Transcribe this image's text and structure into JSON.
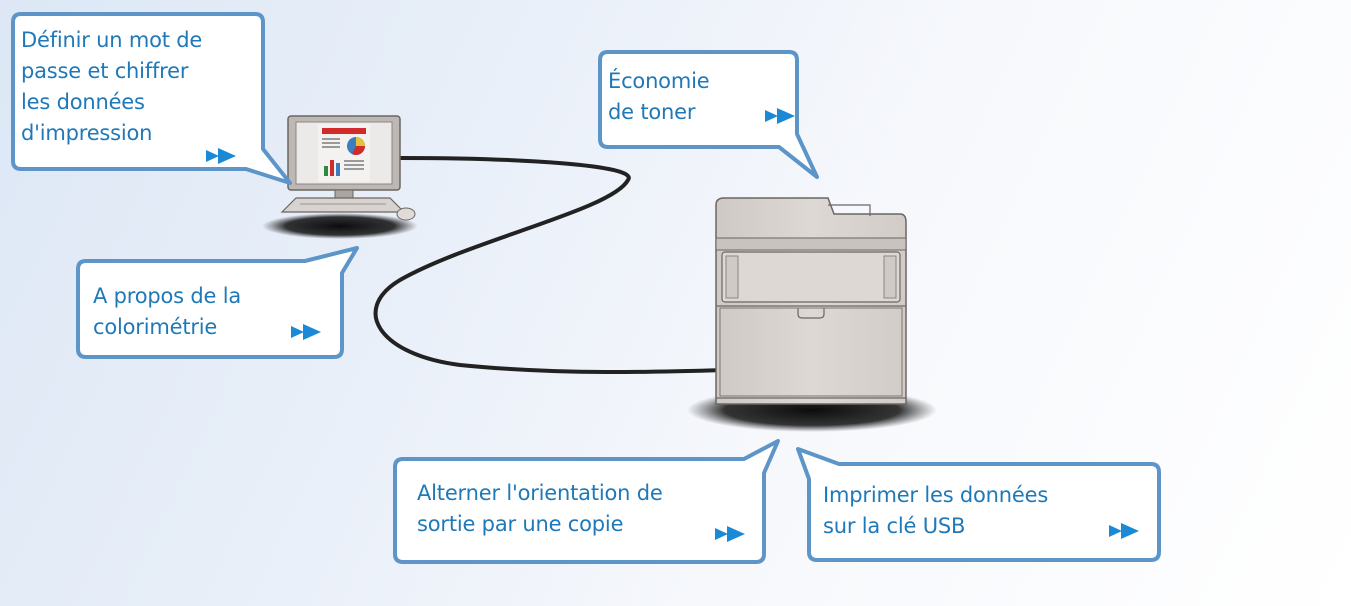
{
  "callouts": [
    {
      "id": "password",
      "lines": [
        "Définir un mot de",
        "passe et chiffrer",
        "les données",
        "d'impression"
      ]
    },
    {
      "id": "toner",
      "lines": [
        "Économie",
        "de toner"
      ]
    },
    {
      "id": "colorimetry",
      "lines": [
        "A propos de la",
        "colorimétrie"
      ]
    },
    {
      "id": "orientation",
      "lines": [
        "Alterner l'orientation de",
        "sortie par une copie"
      ]
    },
    {
      "id": "usb",
      "lines": [
        "Imprimer les données",
        "sur la clé USB"
      ]
    }
  ],
  "colors": {
    "bubble_border": "#5d95c8",
    "bubble_fill": "#ffffff",
    "text": "#1f79b8",
    "arrow": "#1a8ad6",
    "device": "#d9d4d0"
  },
  "icons": [
    "next-arrow-icon",
    "computer-icon",
    "printer-icon",
    "cable-icon"
  ]
}
